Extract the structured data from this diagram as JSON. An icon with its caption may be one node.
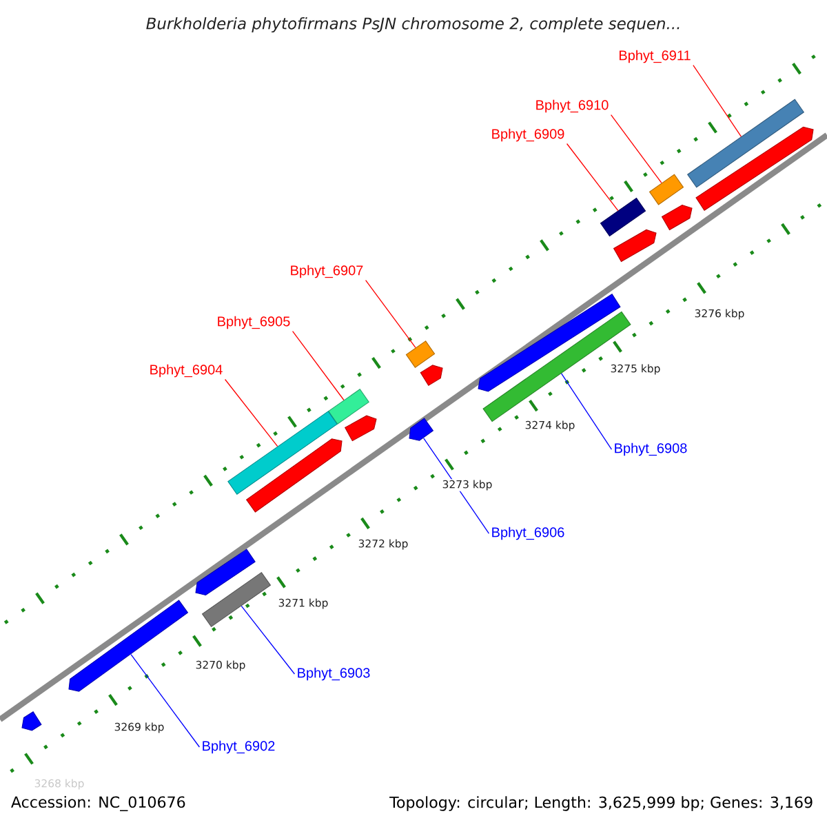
{
  "diagram": {
    "title": "Burkholderia phytofirmans PsJN chromosome 2, complete sequen...",
    "nodes": [
      {
        "text": [
          "Bphyt_6911"
        ]
      },
      {
        "text": [],
        "shape": "bar"
      },
      {
        "text": [
          "Bphyt_6910"
        ]
      },
      {
        "text": [],
        "shape": "bar"
      },
      {
        "text": [
          "Bphyt_6909"
        ]
      },
      {
        "text": [],
        "shape": "bar"
      },
      {
        "text": [
          "Bphyt_6907"
        ]
      },
      {
        "text": [],
        "shape": "bar"
      },
      {
        "text": [
          "Bphyt_6905"
        ]
      },
      {
        "text": [],
        "shape": "bar"
      },
      {
        "text": [
          "Bphyt_6904"
        ]
      },
      {
        "text": [],
        "shape": "bar"
      },
      {
        "text": [
          "Bphyt_6908"
        ]
      },
      {
        "text": [],
        "shape": "bar"
      },
      {
        "text": [
          "Bphyt_6906"
        ]
      },
      {
        "text": [],
        "shape": "pentagon"
      },
      {
        "text": [
          "Bphyt_6903"
        ]
      },
      {
        "text": [],
        "shape": "bar"
      },
      {
        "text": [
          "Bphyt_6902"
        ]
      },
      {
        "text": [],
        "shape": "pentagon"
      },
      {
        "text": [],
        "shape": "pentagon"
      },
      {
        "text": [],
        "shape": "pentagon"
      },
      {
        "text": [],
        "shape": "pentagon"
      },
      {
        "text": [],
        "shape": "pentagon"
      },
      {
        "text": [],
        "shape": "pentagon"
      },
      {
        "text": [],
        "shape": "pentagon"
      },
      {
        "text": [],
        "shape": "pentagon"
      },
      {
        "text": [],
        "shape": "pentagon"
      },
      {
        "text": [],
        "shape": "pentagon"
      }
    ],
    "edges": [
      {
        "from": 0,
        "to": 1,
        "arrow": "none"
      },
      {
        "from": 2,
        "to": 3,
        "arrow": "none"
      },
      {
        "from": 4,
        "to": 5,
        "arrow": "none"
      },
      {
        "from": 6,
        "to": 7,
        "arrow": "none"
      },
      {
        "from": 8,
        "to": 9,
        "arrow": "none"
      },
      {
        "from": 10,
        "to": 11,
        "arrow": "none"
      },
      {
        "from": 12,
        "to": 13,
        "arrow": "none",
        "color": "#0000ff"
      },
      {
        "from": 14,
        "to": 15,
        "arrow": "none",
        "color": "#0000ff"
      },
      {
        "from": 16,
        "to": 17,
        "arrow": "none",
        "color": "#0000ff"
      },
      {
        "from": 18,
        "to": 19,
        "arrow": "none",
        "color": "#0000ff"
      }
    ],
    "labels": [
      "3276 kbp",
      "3275 kbp",
      "3274 kbp",
      "3273 kbp",
      "3272 kbp",
      "3271 kbp",
      "3270 kbp",
      "3269 kbp",
      "3268 kbp",
      "Accession: NC_010676",
      "Topology: circular; Length: 3,625,999 bp; Genes: 3,169"
    ]
  }
}
